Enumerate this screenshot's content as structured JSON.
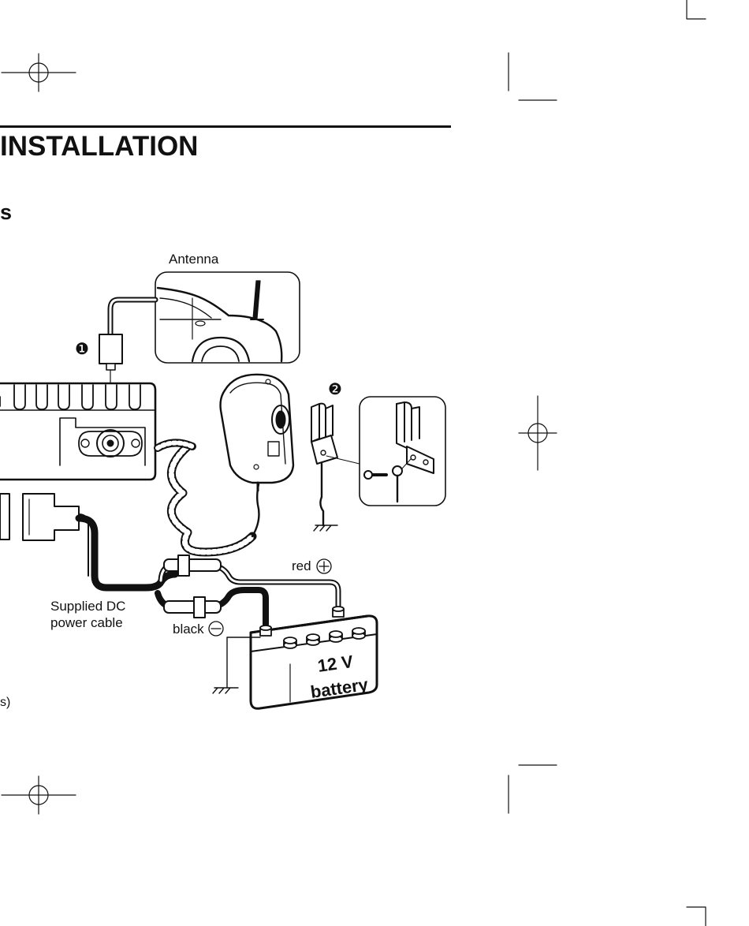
{
  "page": {
    "section_title": "INSTALLATION",
    "subheading": "s"
  },
  "diagram": {
    "antenna_label": "Antenna",
    "marker_1": "❶",
    "marker_2": "❷",
    "red_label": "red",
    "black_label": "black",
    "cable_label_line1": "Supplied DC",
    "cable_label_line2": "power cable",
    "battery_line1": "12 V",
    "battery_line2": "battery",
    "edge_fragment": "s)"
  }
}
